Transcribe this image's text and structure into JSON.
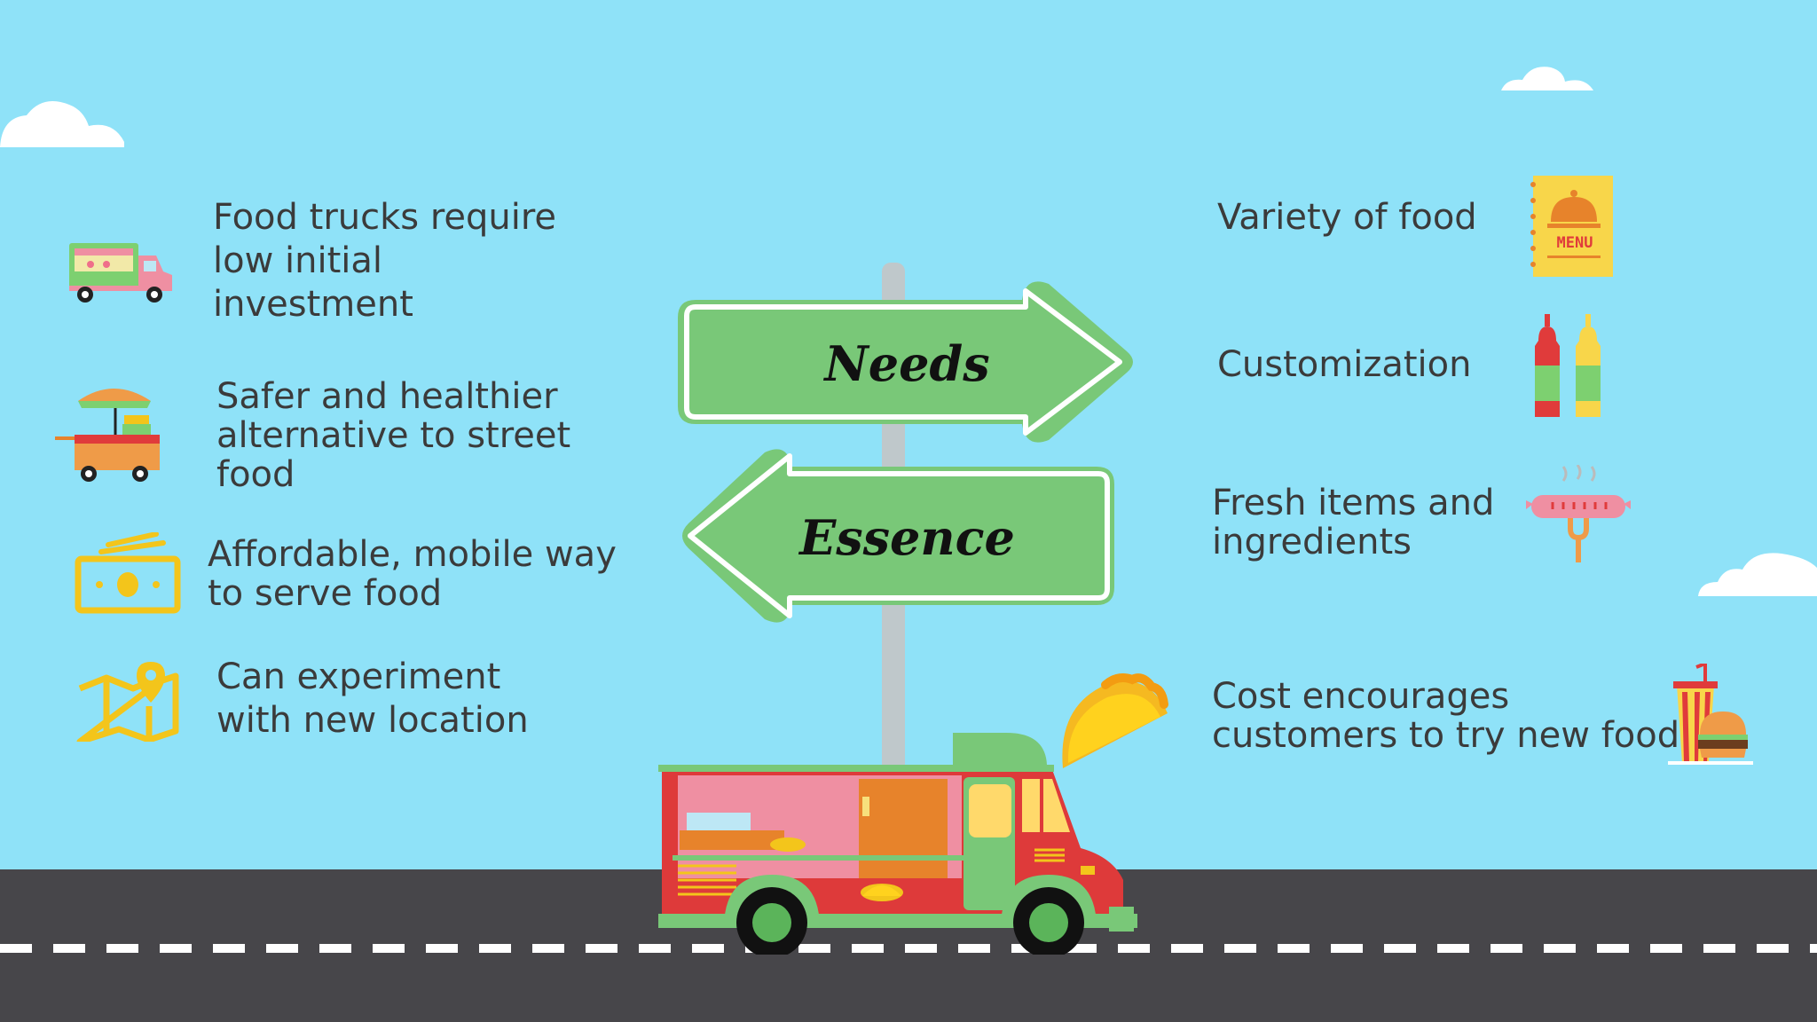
{
  "colors": {
    "sky": "#8fe2f8",
    "road": "#47464a",
    "sign_green": "#79c878",
    "truck_red": "#de3a3a",
    "text": "#3b3b3b",
    "icon_yellow": "#f3c51b"
  },
  "signs": {
    "needs": "Needs",
    "essence": "Essence"
  },
  "essence_items": [
    {
      "icon": "food-truck-icon",
      "lines": [
        "Food trucks require",
        "low initial",
        "investment"
      ]
    },
    {
      "icon": "food-cart-icon",
      "lines": [
        "Safer and healthier",
        "alternative to street",
        "food"
      ]
    },
    {
      "icon": "money-icon",
      "lines": [
        "Affordable, mobile way",
        "to serve food"
      ]
    },
    {
      "icon": "map-pin-icon",
      "lines": [
        "Can experiment",
        "with new location"
      ]
    }
  ],
  "needs_items": [
    {
      "icon": "menu-book-icon",
      "lines": [
        "Variety of food"
      ],
      "badge": "MENU"
    },
    {
      "icon": "condiment-bottles-icon",
      "lines": [
        "Customization"
      ]
    },
    {
      "icon": "sausage-fork-icon",
      "lines": [
        "Fresh items and",
        "ingredients"
      ]
    },
    {
      "icon": "burger-drink-icon",
      "lines": [
        "Cost encourages",
        "customers to try new food"
      ]
    }
  ]
}
